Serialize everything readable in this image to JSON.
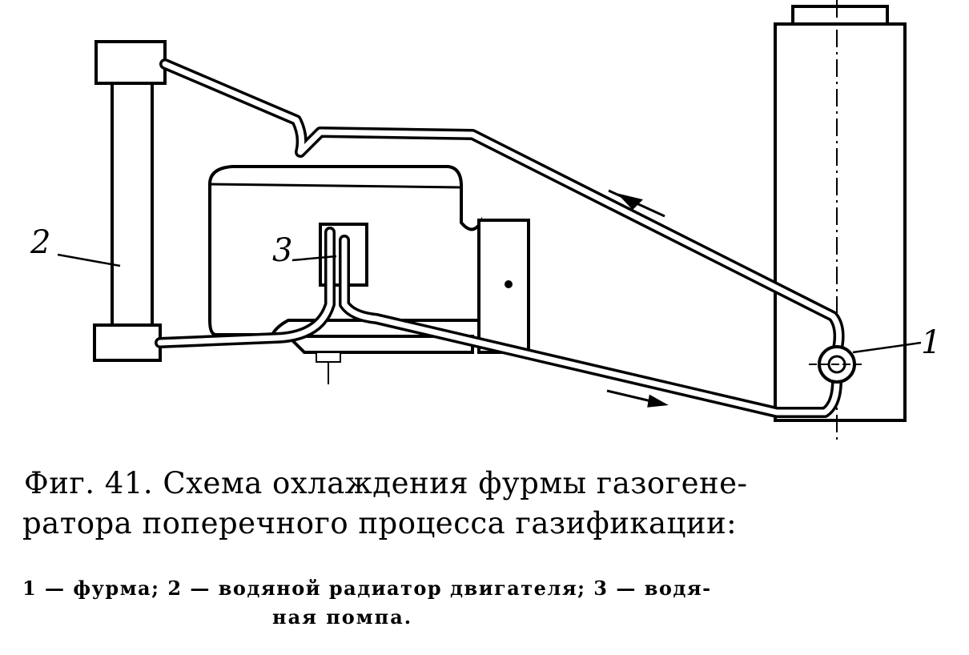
{
  "figure": {
    "labels": {
      "pump": "3",
      "radiator": "2",
      "tuyere": "1"
    },
    "caption_line1": "Фиг. 41. Схема охлаждения фурмы газогене-",
    "caption_line2": "ратора поперечного процесса газификации:",
    "legend_line1": "1 — фурма; 2 — водяной радиатор двигателя; 3 — водя-",
    "legend_line2": "ная помпа."
  }
}
